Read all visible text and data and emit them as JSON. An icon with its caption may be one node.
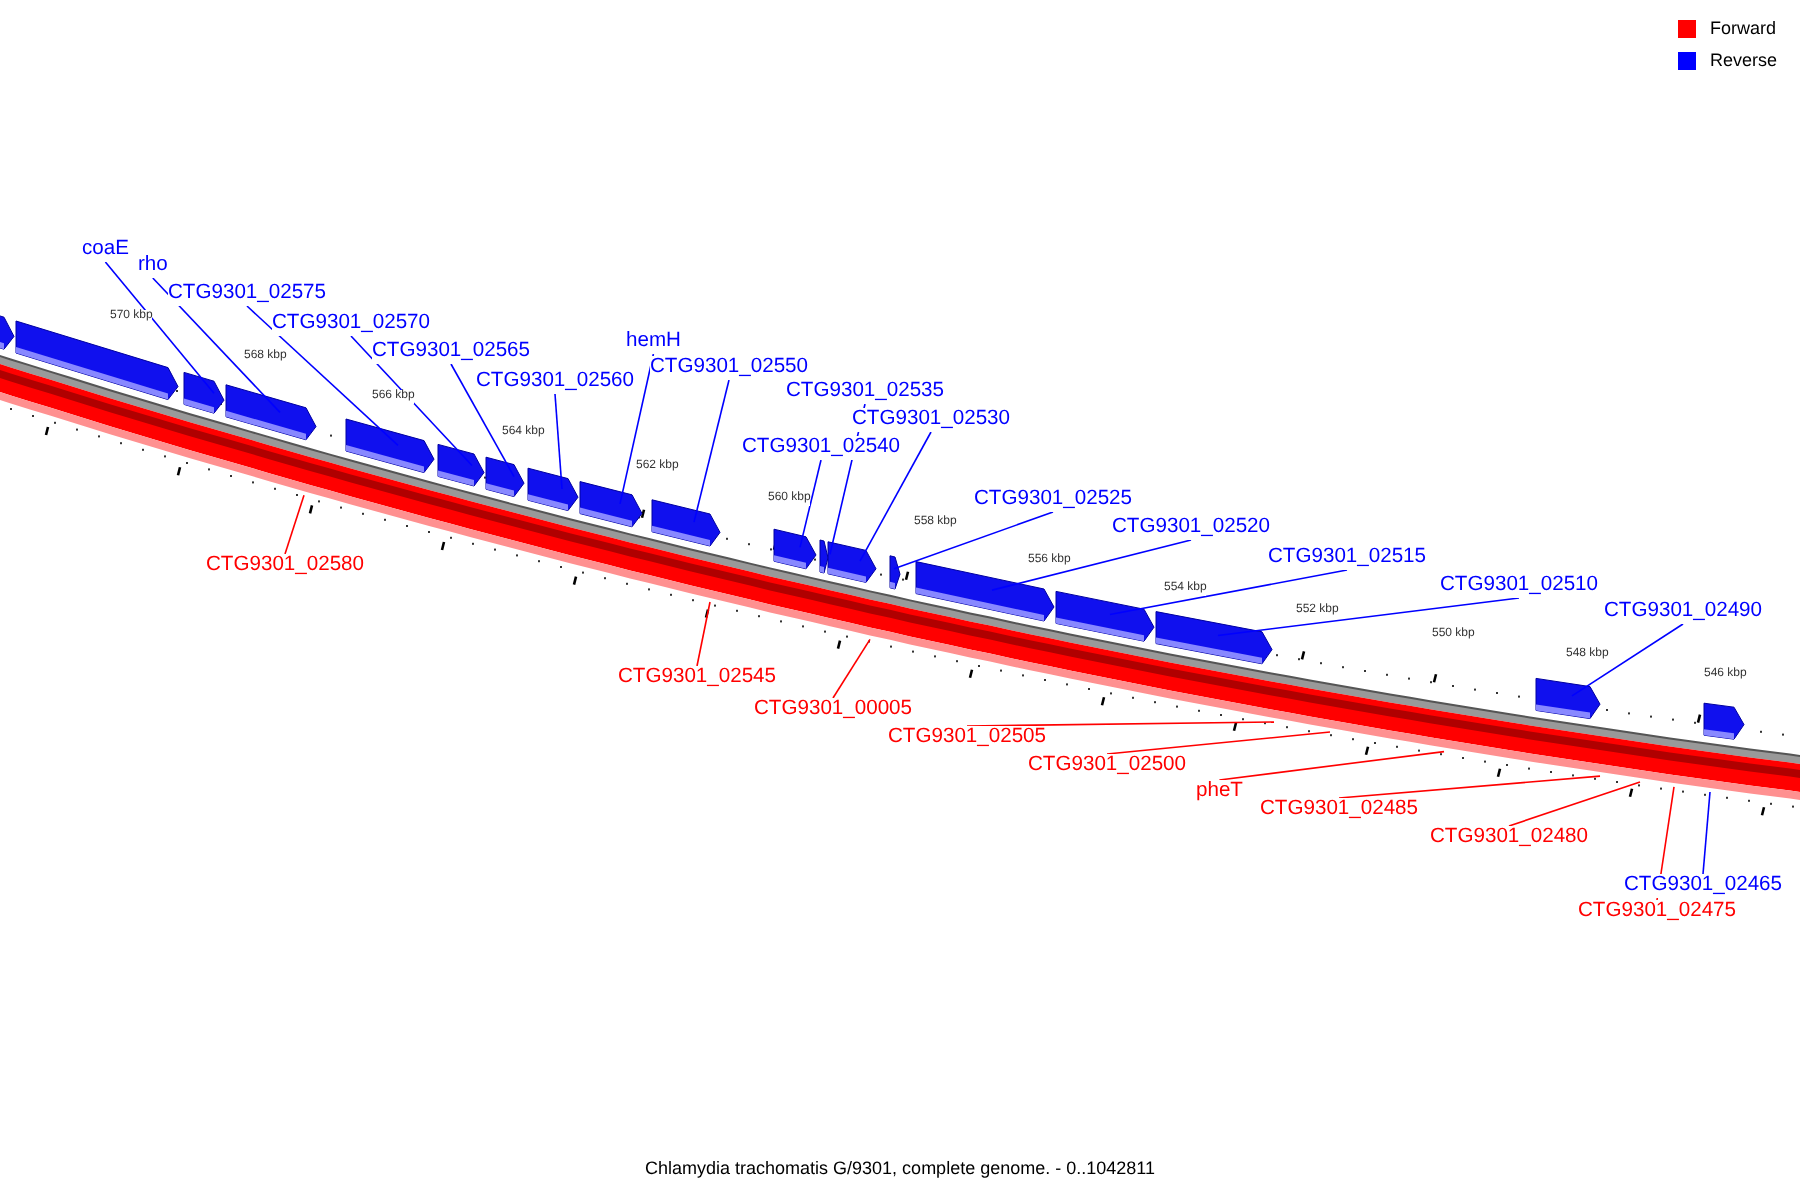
{
  "diagram": {
    "caption": "Chlamydia trachomatis G/9301, complete genome. - 0..1042811",
    "nodes": [
      {
        "text": [
          "coaE"
        ]
      },
      {
        "text": [
          "rho"
        ]
      },
      {
        "text": [
          "CTG9301_02575"
        ]
      },
      {
        "text": [
          "CTG9301_02570"
        ]
      },
      {
        "text": [
          "CTG9301_02565"
        ]
      },
      {
        "text": [
          "hemH"
        ]
      },
      {
        "text": [
          "CTG9301_02550"
        ]
      },
      {
        "text": [
          "CTG9301_02560"
        ]
      },
      {
        "text": [
          "CTG9301_02535"
        ]
      },
      {
        "text": [
          "CTG9301_02530"
        ]
      },
      {
        "text": [
          "CTG9301_02540"
        ]
      },
      {
        "text": [
          "CTG9301_02525"
        ]
      },
      {
        "text": [
          "CTG9301_02520"
        ]
      },
      {
        "text": [
          "CTG9301_02580"
        ]
      },
      {
        "text": [
          "CTG9301_02515"
        ]
      },
      {
        "text": [
          "CTG9301_02510"
        ]
      },
      {
        "text": [
          "CTG9301_02490"
        ]
      },
      {
        "text": [
          "CTG9301_02545"
        ]
      },
      {
        "text": [
          "CTG9301_00005"
        ]
      },
      {
        "text": [
          "CTG9301_02505"
        ]
      },
      {
        "text": [
          "CTG9301_02500"
        ]
      },
      {
        "text": [
          "pheT"
        ]
      },
      {
        "text": [
          "CTG9301_02485"
        ]
      },
      {
        "text": [
          "CTG9301_02480"
        ]
      },
      {
        "text": [
          "CTG9301_02465"
        ]
      },
      {
        "text": [
          "CTG9301_02475"
        ]
      }
    ],
    "edges": [
      {
        "from": 0,
        "to": null,
        "arrow": "none"
      },
      {
        "from": 1,
        "to": null,
        "arrow": "none"
      },
      {
        "from": 2,
        "to": null,
        "arrow": "none"
      },
      {
        "from": 3,
        "to": null,
        "arrow": "none"
      },
      {
        "from": 4,
        "to": null,
        "arrow": "none"
      },
      {
        "from": 5,
        "to": null,
        "arrow": "none"
      },
      {
        "from": 6,
        "to": null,
        "arrow": "none"
      },
      {
        "from": 7,
        "to": null,
        "arrow": "none"
      },
      {
        "from": 8,
        "to": null,
        "arrow": "none"
      },
      {
        "from": 9,
        "to": null,
        "arrow": "none"
      },
      {
        "from": 10,
        "to": null,
        "arrow": "none"
      },
      {
        "from": 11,
        "to": null,
        "arrow": "none"
      },
      {
        "from": 12,
        "to": null,
        "arrow": "none"
      },
      {
        "from": 13,
        "to": null,
        "arrow": "none",
        "color": "#ff0000"
      },
      {
        "from": 14,
        "to": null,
        "arrow": "none"
      },
      {
        "from": 15,
        "to": null,
        "arrow": "none"
      },
      {
        "from": 16,
        "to": null,
        "arrow": "none"
      },
      {
        "from": 17,
        "to": null,
        "arrow": "none",
        "color": "#ff0000"
      },
      {
        "from": 18,
        "to": null,
        "arrow": "none",
        "color": "#ff0000"
      },
      {
        "from": 19,
        "to": null,
        "arrow": "none",
        "color": "#ff0000"
      },
      {
        "from": 20,
        "to": null,
        "arrow": "none",
        "color": "#ff0000"
      },
      {
        "from": 21,
        "to": null,
        "arrow": "none",
        "color": "#ff0000"
      },
      {
        "from": 22,
        "to": null,
        "arrow": "none",
        "color": "#ff0000"
      },
      {
        "from": 23,
        "to": null,
        "arrow": "none",
        "color": "#ff0000"
      },
      {
        "from": 24,
        "to": null,
        "arrow": "none"
      },
      {
        "from": 25,
        "to": null,
        "arrow": "none",
        "color": "#ff0000"
      }
    ],
    "labels": [
      "570 kbp",
      "568 kbp",
      "566 kbp",
      "564 kbp",
      "562 kbp",
      "560 kbp",
      "558 kbp",
      "556 kbp",
      "554 kbp",
      "552 kbp",
      "550 kbp",
      "548 kbp",
      "546 kbp"
    ],
    "legend": [
      {
        "text": "Forward",
        "color": "#ff0000"
      },
      {
        "text": "Reverse",
        "color": "#0000ff"
      }
    ]
  }
}
